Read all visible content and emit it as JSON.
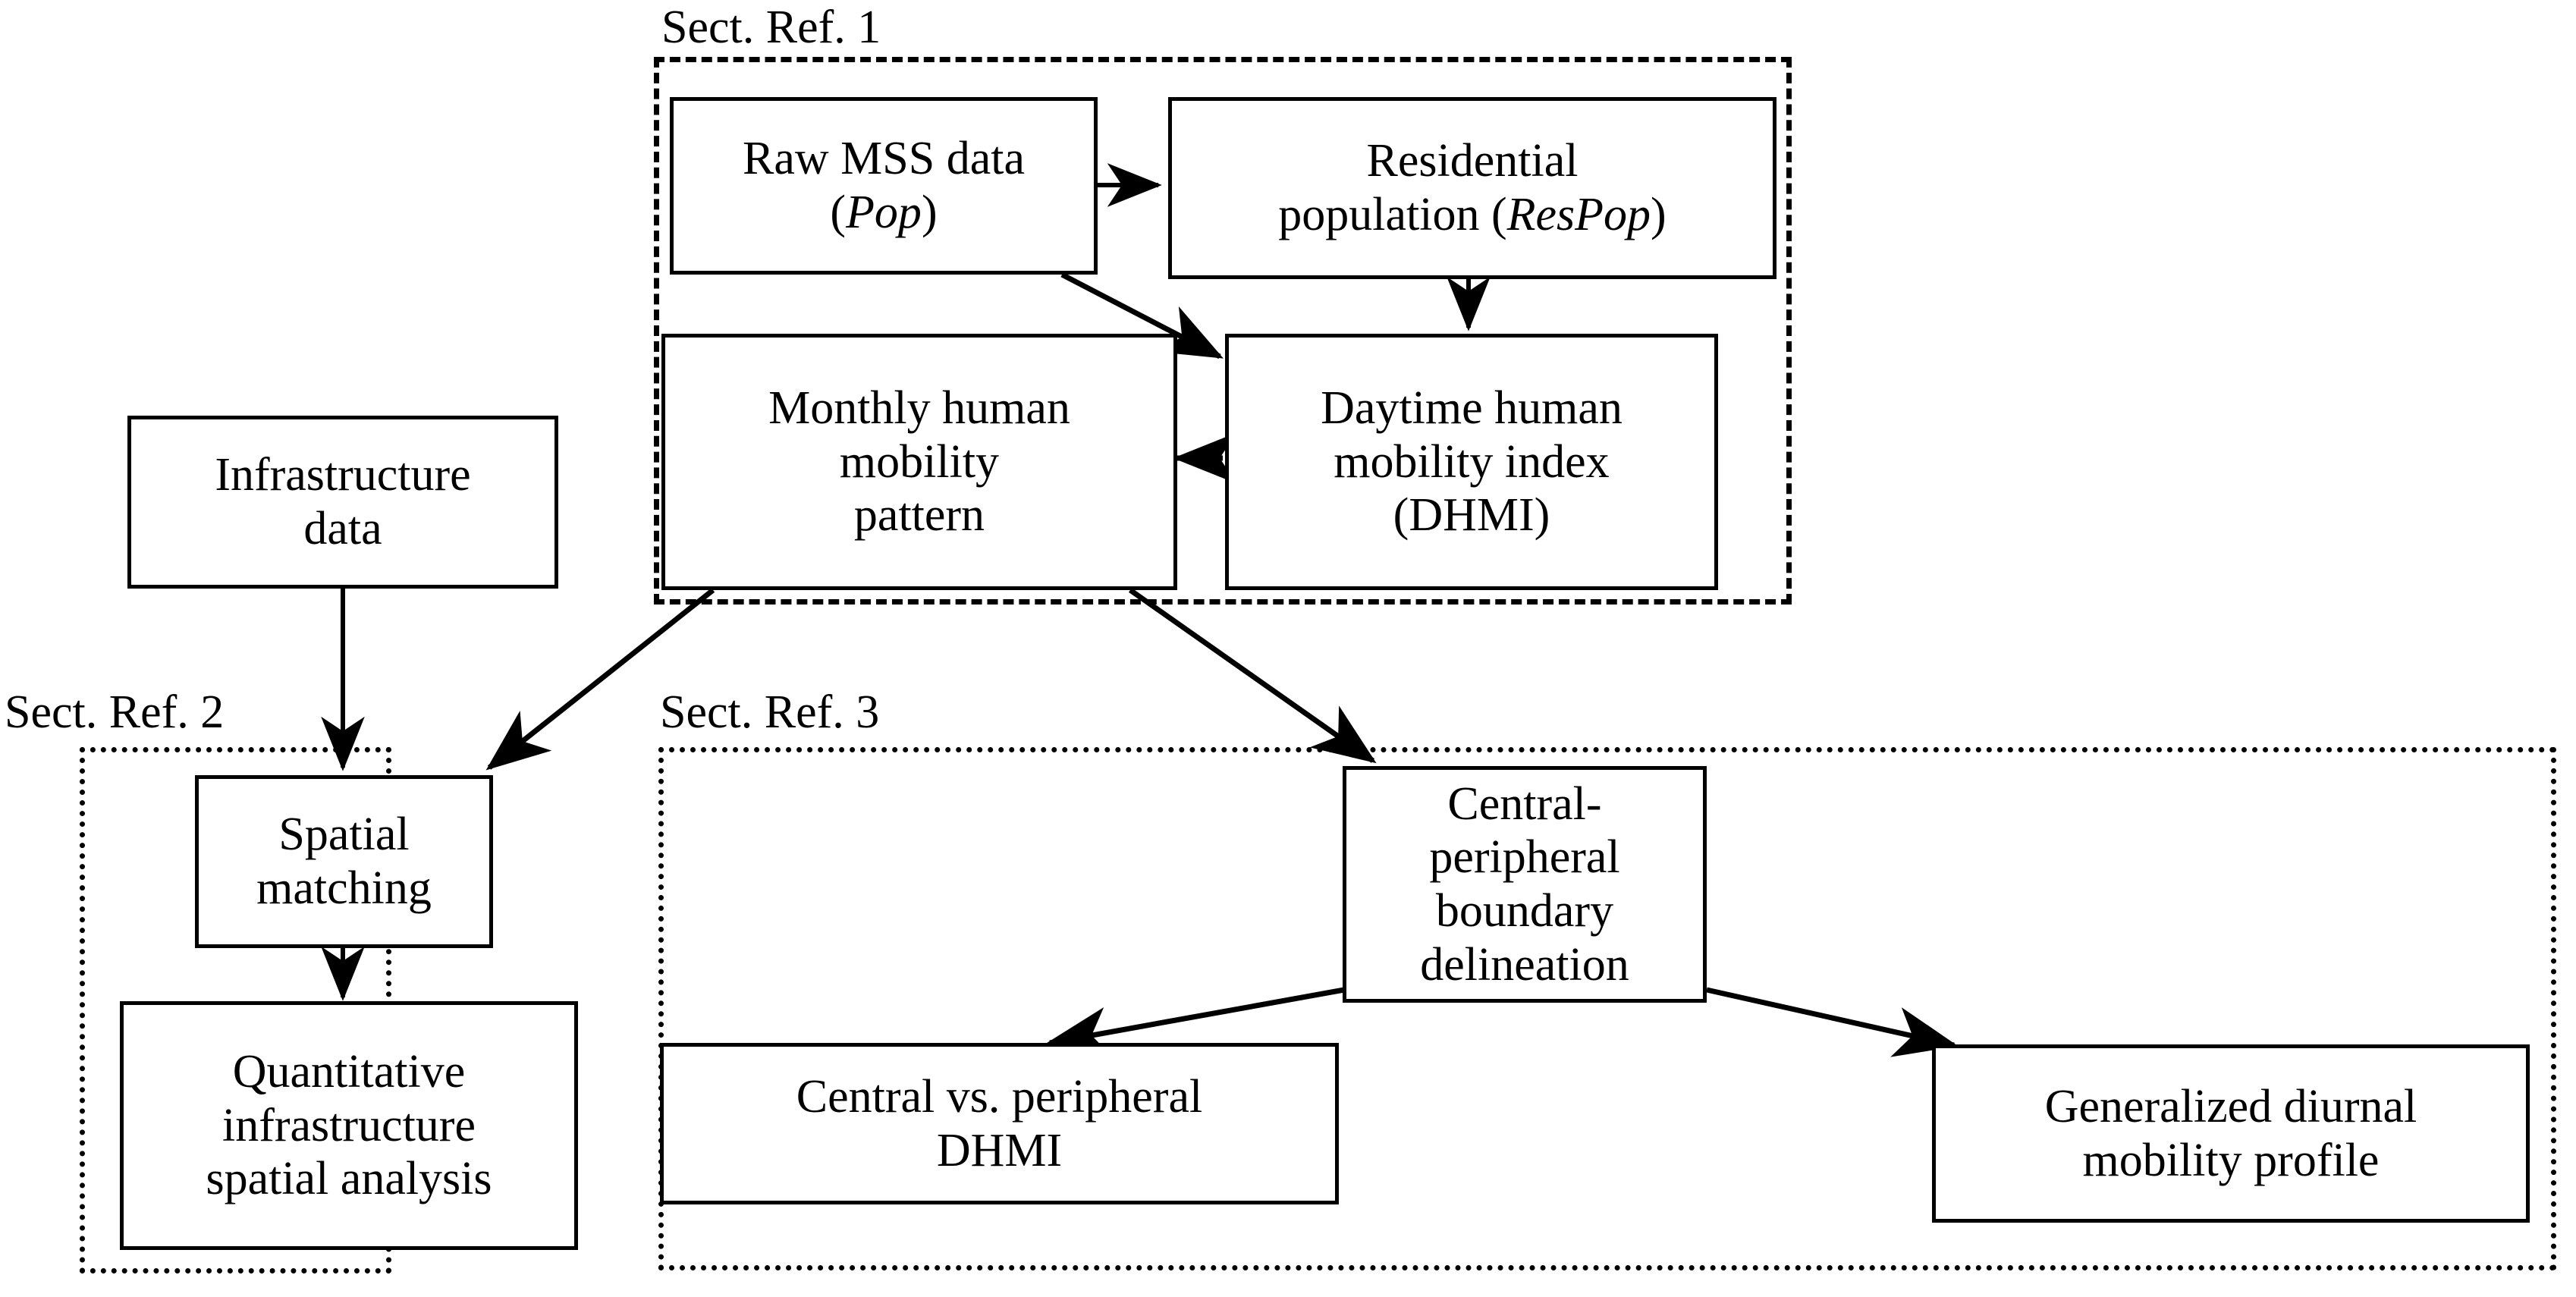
{
  "diagram": {
    "title": "Research workflow flowchart",
    "colors": {
      "line": "#000000",
      "background": "#ffffff",
      "text": "#000000"
    },
    "groups": [
      {
        "id": "sect-ref-1",
        "caption": "Sect. Ref. 1",
        "border_style": "dashed"
      },
      {
        "id": "sect-ref-2",
        "caption": "Sect. Ref. 2",
        "border_style": "dotted"
      },
      {
        "id": "sect-ref-3",
        "caption": "Sect. Ref. 3",
        "border_style": "dotted"
      }
    ],
    "nodes": [
      {
        "id": "raw-mss-data",
        "line1": "Raw MSS data",
        "line2": "(Pop)",
        "italic2": "Pop"
      },
      {
        "id": "residential-population",
        "line1": "Residential",
        "line2": "population (ResPop)",
        "italic2": "ResPop"
      },
      {
        "id": "monthly-human-mobility",
        "line1": "Monthly human",
        "line2": "mobility",
        "line3": "pattern"
      },
      {
        "id": "daytime-human-mobility",
        "line1": "Daytime human",
        "line2": "mobility index",
        "line3": "(DHMI)"
      },
      {
        "id": "infrastructure-data",
        "line1": "Infrastructure",
        "line2": "data"
      },
      {
        "id": "spatial-matching",
        "line1": "Spatial",
        "line2": "matching"
      },
      {
        "id": "quantitative-analysis",
        "line1": "Quantitative",
        "line2": "infrastructure",
        "line3": "spatial analysis"
      },
      {
        "id": "central-peripheral",
        "line1": "Central-peripheral",
        "line2": "boundary",
        "line3": "delineation"
      },
      {
        "id": "central-vs-peripheral-dhmi",
        "line1": "Central vs. peripheral",
        "line2": "DHMI"
      },
      {
        "id": "generalized-diurnal",
        "line1": "Generalized diurnal",
        "line2": "mobility profile"
      }
    ],
    "edges": [
      {
        "from": "raw-mss-data",
        "to": "residential-population",
        "kind": "arrow"
      },
      {
        "from": "raw-mss-data",
        "to": "daytime-human-mobility",
        "kind": "arrow"
      },
      {
        "from": "residential-population",
        "to": "daytime-human-mobility",
        "kind": "arrow"
      },
      {
        "from": "daytime-human-mobility",
        "to": "monthly-human-mobility",
        "kind": "arrow"
      },
      {
        "from": "monthly-human-mobility",
        "to": "spatial-matching",
        "kind": "arrow"
      },
      {
        "from": "monthly-human-mobility",
        "to": "central-peripheral",
        "kind": "arrow"
      },
      {
        "from": "infrastructure-data",
        "to": "spatial-matching",
        "kind": "arrow"
      },
      {
        "from": "spatial-matching",
        "to": "quantitative-analysis",
        "kind": "arrow"
      },
      {
        "from": "central-peripheral",
        "to": "central-vs-peripheral-dhmi",
        "kind": "arrow"
      },
      {
        "from": "central-peripheral",
        "to": "generalized-diurnal",
        "kind": "arrow"
      }
    ],
    "labels": {
      "raw_mss_l1": "Raw MSS data",
      "raw_mss_l2_open": "(",
      "raw_mss_l2_it": "Pop",
      "raw_mss_l2_close": ")",
      "res_pop_l1": "Residential",
      "res_pop_l2_pre": "population (",
      "res_pop_l2_it": "ResPop",
      "res_pop_l2_close": ")",
      "monthly": "Monthly human\nmobility\npattern",
      "daytime": "Daytime human\nmobility index\n(DHMI)",
      "infrastructure": "Infrastructure\ndata",
      "spatial_matching": "Spatial\nmatching",
      "quantitative": "Quantitative\ninfrastructure\nspatial analysis",
      "central_peripheral": "Central-peripheral\nboundary\ndelineation",
      "central_vs_peripheral": "Central vs. peripheral\nDHMI",
      "generalized_diurnal": "Generalized diurnal\nmobility profile",
      "sect_ref_1": "Sect. Ref. 1",
      "sect_ref_2": "Sect. Ref. 2",
      "sect_ref_3": "Sect. Ref. 3"
    }
  }
}
